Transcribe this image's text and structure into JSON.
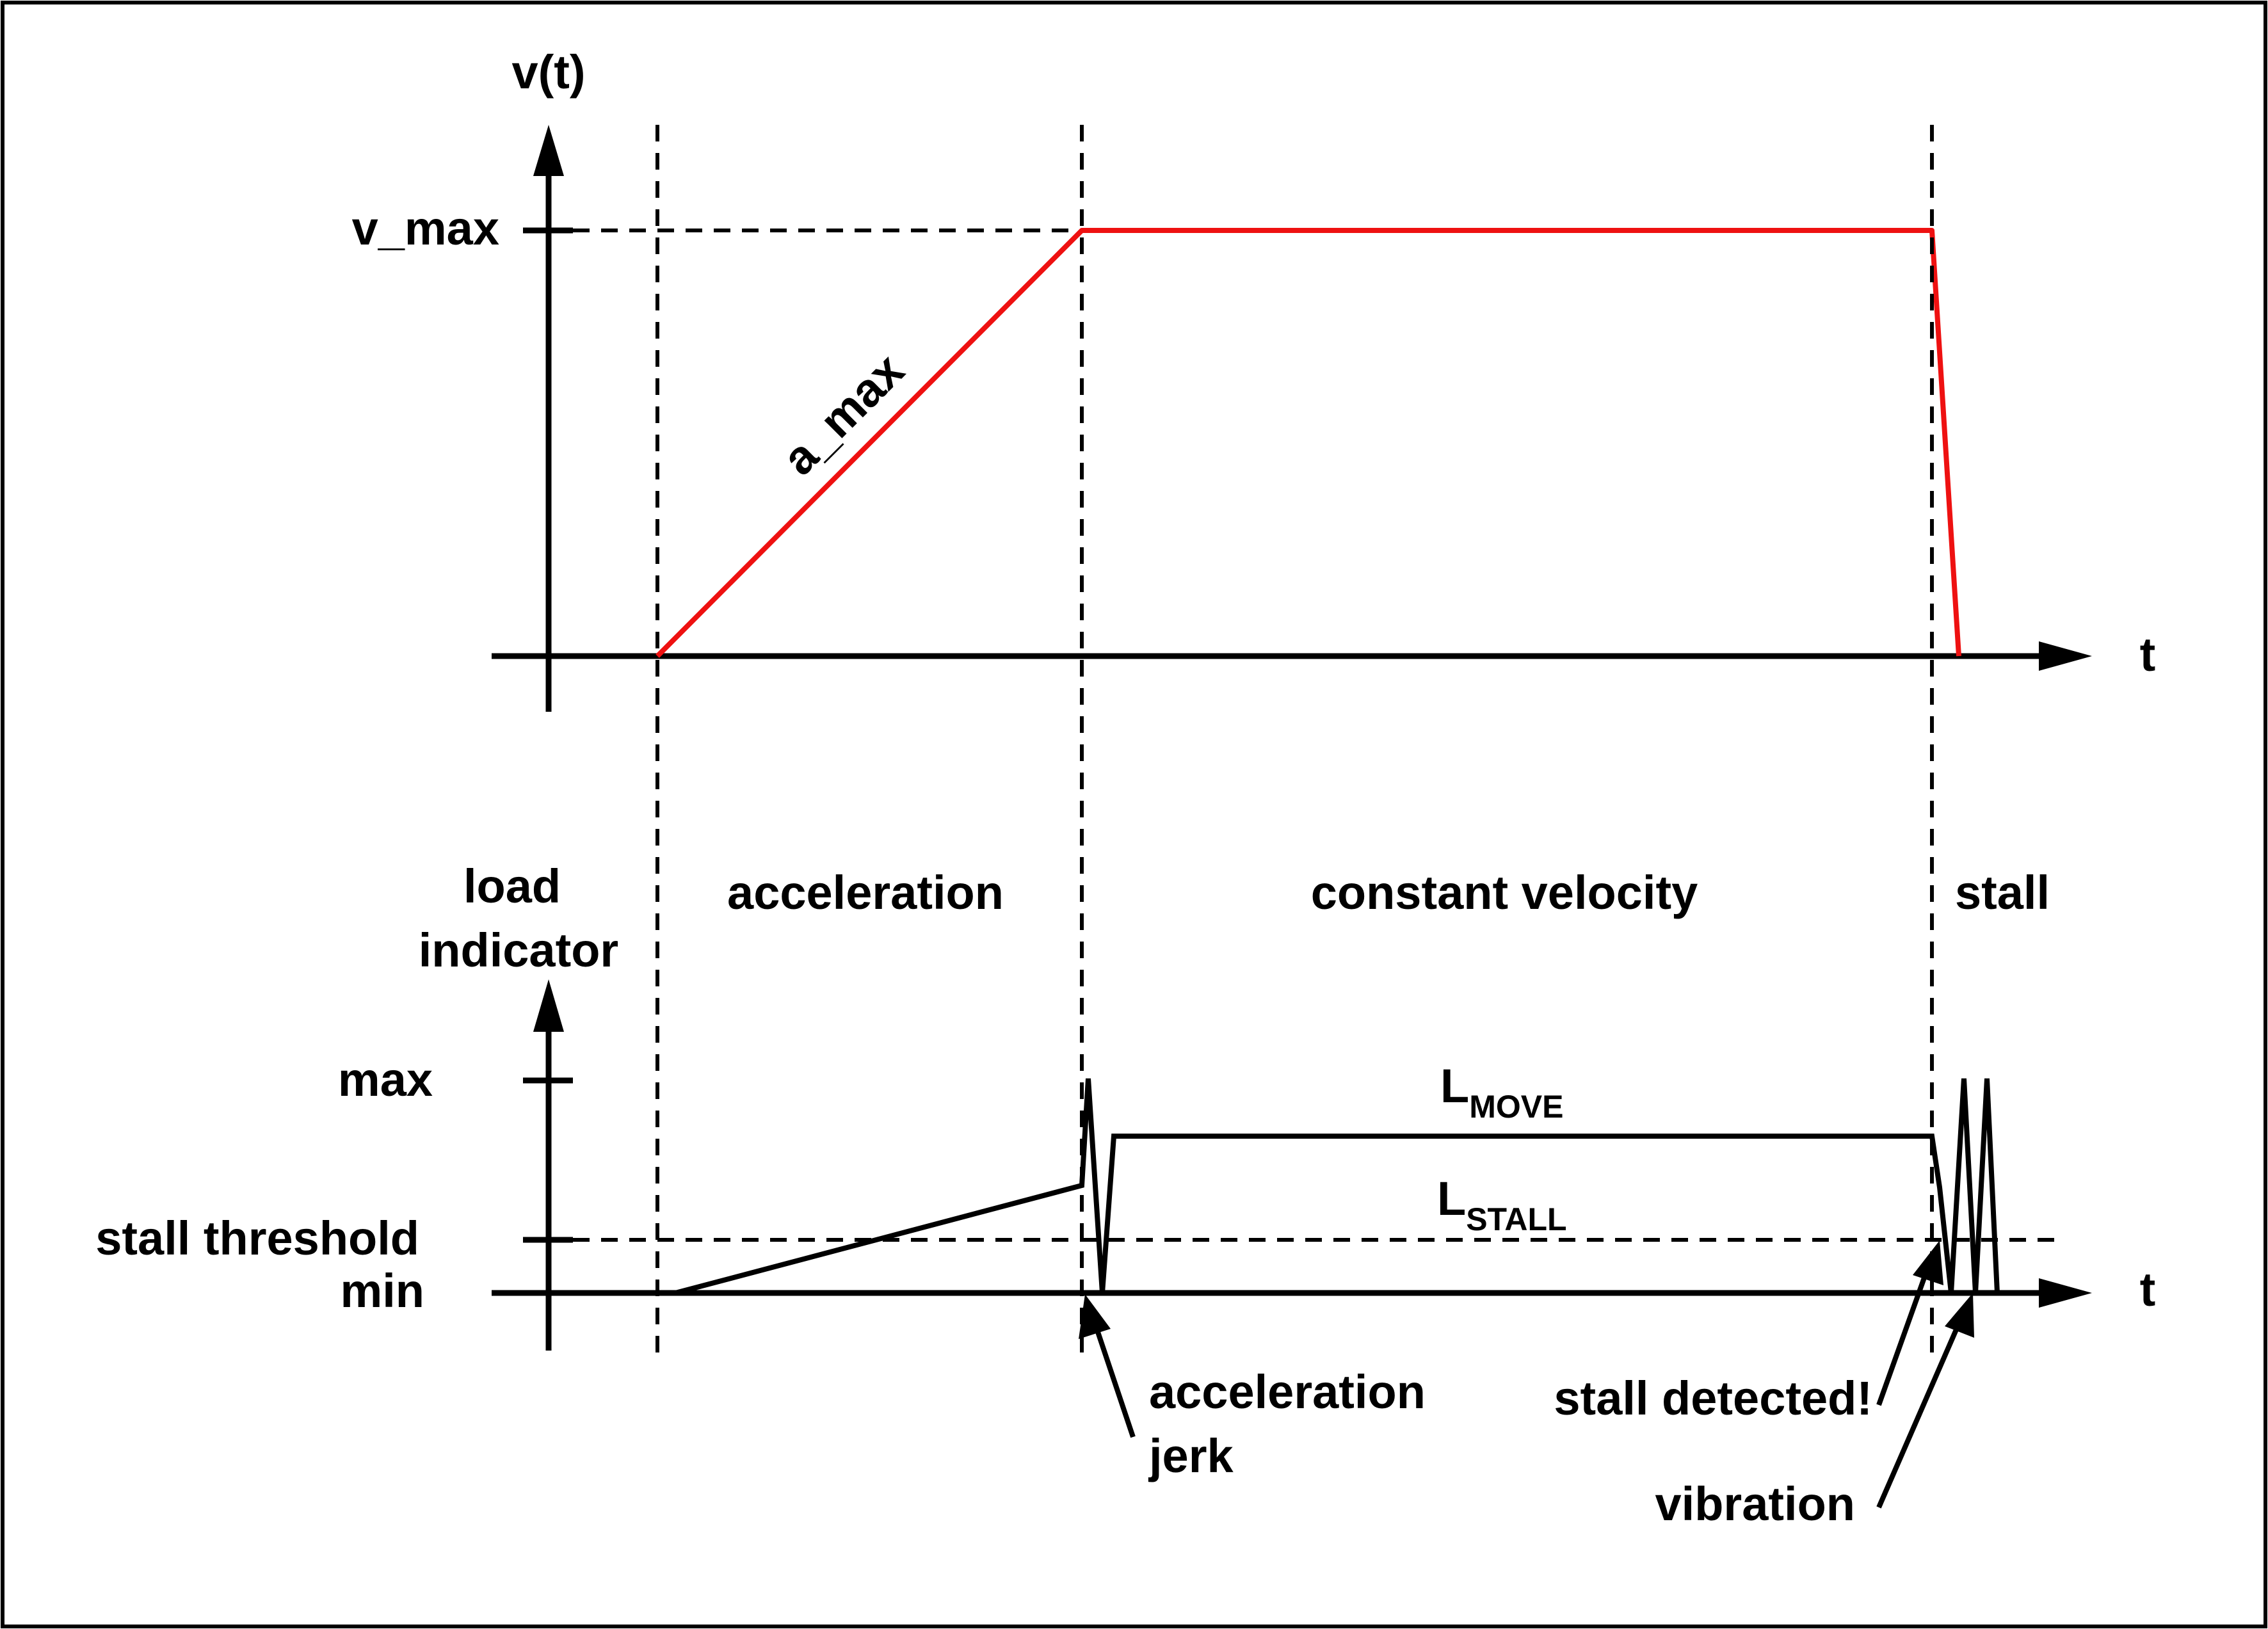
{
  "velocity_graph": {
    "y_axis_label": "v(t)",
    "x_axis_label": "t",
    "v_max_label": "v_max",
    "slope_label": "a_max"
  },
  "load_graph": {
    "y_axis_label_line1": "load",
    "y_axis_label_line2": "indicator",
    "x_axis_label": "t",
    "max_label": "max",
    "threshold_label": "stall threshold",
    "min_label": "min",
    "l_move_main": "L",
    "l_move_sub": "MOVE",
    "l_stall_main": "L",
    "l_stall_sub": "STALL"
  },
  "phases": {
    "acceleration": "acceleration",
    "constant": "constant velocity",
    "stall": "stall"
  },
  "annotations": {
    "jerk_line1": "acceleration",
    "jerk_line2": "jerk",
    "stall_detected": "stall detected!",
    "vibration": "vibration"
  },
  "colors": {
    "velocity_curve": "#ee1111",
    "load_curve": "#000000",
    "frame": "#000000"
  }
}
